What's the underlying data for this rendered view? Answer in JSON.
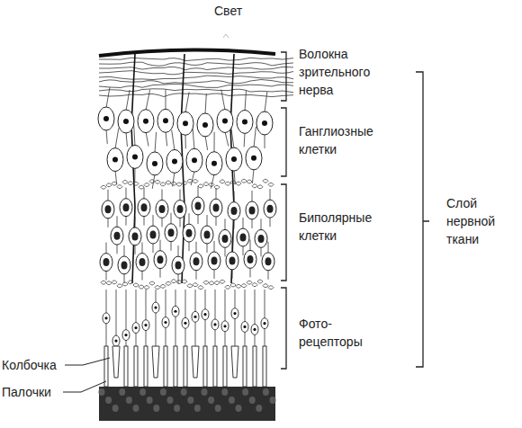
{
  "diagram": {
    "labels": [
      "Свет",
      "Волокна зрительного нерва",
      "Ганглиозные клетки",
      "Биполярные клетки",
      "Фото- рецепторы",
      "Слой нервной ткани",
      "Колбочка",
      "Палочки"
    ]
  }
}
